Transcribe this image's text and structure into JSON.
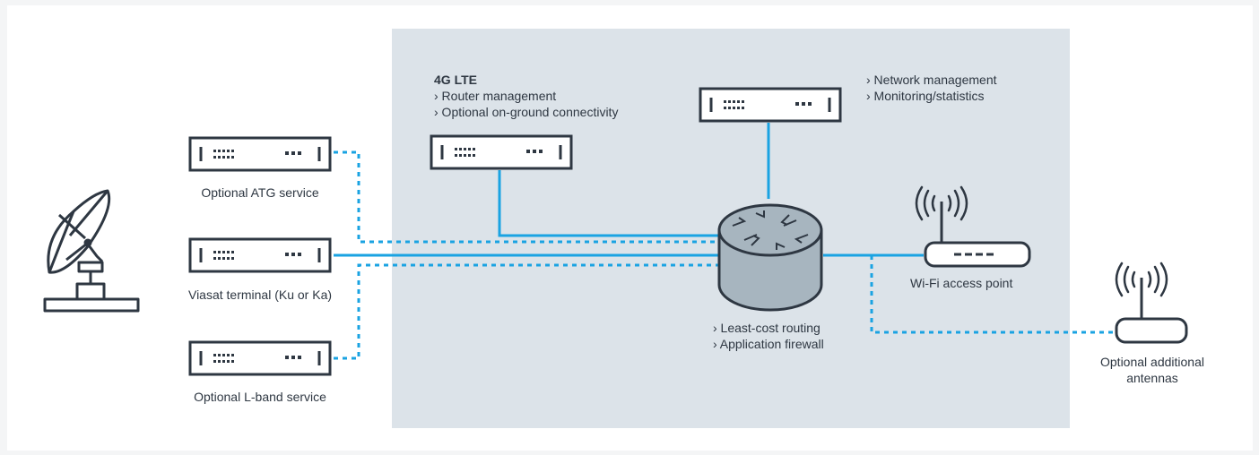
{
  "colors": {
    "background": "#ffffff",
    "panel": "#dce3e9",
    "connection": "#1aa3e2",
    "device_outline": "#2e3742",
    "router_fill": "#a7b5bf",
    "text": "#2e3742"
  },
  "diagram": {
    "devices": {
      "atg": {
        "label": "Optional ATG service",
        "icon": "rack-device-icon"
      },
      "viasat": {
        "label": "Viasat terminal (Ku or Ka)",
        "icon": "rack-device-icon"
      },
      "lband": {
        "label": "Optional L-band service",
        "icon": "rack-device-icon"
      },
      "lte": {
        "title": "4G LTE",
        "lines": [
          "› Router management",
          "› Optional on-ground connectivity"
        ],
        "icon": "rack-device-icon"
      },
      "netmgmt": {
        "lines": [
          "› Network management",
          "› Monitoring/statistics"
        ],
        "icon": "rack-device-icon"
      },
      "router": {
        "lines": [
          "› Least-cost routing",
          "› Application firewall"
        ],
        "icon": "router-icon"
      },
      "wifi": {
        "label": "Wi-Fi access point",
        "icon": "wifi-access-point-icon"
      },
      "antennas": {
        "label": "Optional additional antennas",
        "label_lines": [
          "Optional additional",
          "antennas"
        ],
        "icon": "antenna-router-icon"
      },
      "dish": {
        "icon": "satellite-dish-icon"
      }
    },
    "connections": [
      {
        "from": "atg",
        "to": "router",
        "style": "dashed"
      },
      {
        "from": "viasat",
        "to": "router",
        "style": "solid"
      },
      {
        "from": "lband",
        "to": "router",
        "style": "dashed"
      },
      {
        "from": "lte",
        "to": "router",
        "style": "solid"
      },
      {
        "from": "netmgmt",
        "to": "router",
        "style": "solid"
      },
      {
        "from": "router",
        "to": "wifi",
        "style": "solid"
      },
      {
        "from": "router",
        "to": "antennas",
        "style": "dashed"
      }
    ]
  }
}
